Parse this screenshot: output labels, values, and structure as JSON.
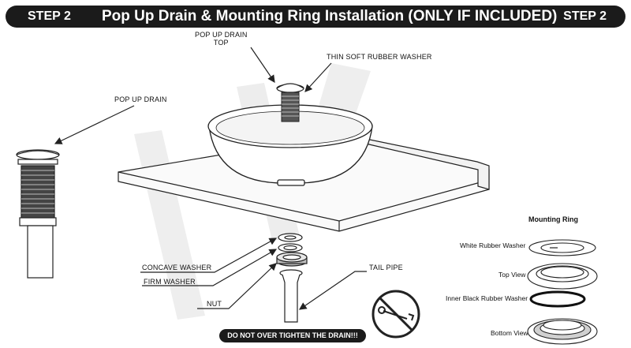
{
  "banner": {
    "step_left": "STEP 2",
    "title": "Pop Up Drain & Mounting Ring Installation (ONLY IF INCLUDED)",
    "step_right": "STEP 2"
  },
  "labels": {
    "drain_top": "POP UP DRAIN\nTOP",
    "rubber_washer": "THIN SOFT RUBBER WASHER",
    "pop_up_drain": "POP UP DRAIN",
    "concave_washer": "CONCAVE  WASHER",
    "firm_washer": "FIRM WASHER",
    "nut": "NUT",
    "tail_pipe": "TAIL PIPE",
    "warning": "DO NOT OVER TIGHTEN THE DRAIN!!!"
  },
  "mounting_ring": {
    "title": "Mounting Ring",
    "white_rubber_washer": "White Rubber Washer",
    "top_view": "Top View",
    "inner_black_washer": "Inner Black Rubber Washer",
    "bottom_view": "Bottom View"
  },
  "colors": {
    "banner": "#1b1b1b",
    "line": "#222222",
    "watermark": "#e6e6e6"
  }
}
